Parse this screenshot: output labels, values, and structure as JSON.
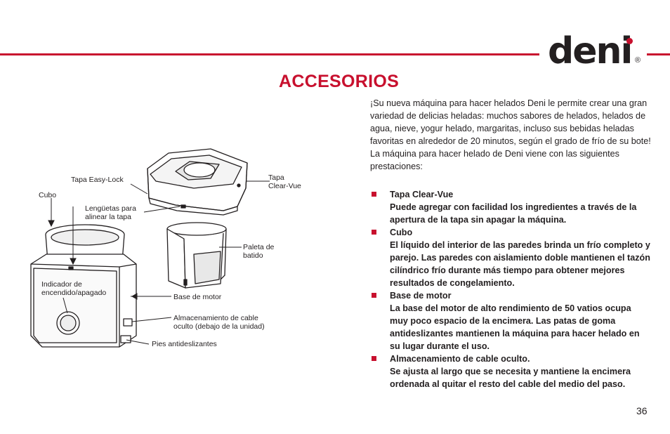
{
  "header": {
    "brand": "deni",
    "registered_mark": "®",
    "accent_color": "#c8102e"
  },
  "title": "ACCESORIOS",
  "intro": {
    "paragraph_1": "¡Su nueva máquina para hacer helados Deni le permite crear una gran variedad de delicias heladas: muchos sabores de helados, helados de agua, nieve, yogur helado, margaritas, incluso sus bebidas heladas favoritas en alrededor de 20 minutos, según el grado de frío de su bote!",
    "paragraph_2": "La máquina para hacer helado de Deni viene con las siguientes prestaciones:"
  },
  "features": [
    {
      "title": "Tapa Clear-Vue",
      "description": "Puede agregar con facilidad los ingredientes a través de la apertura de la tapa sin apagar la máquina."
    },
    {
      "title": "Cubo",
      "description": "El líquido del interior de las paredes brinda un frío completo y parejo.  Las paredes con aislamiento doble mantienen el tazón cilíndrico frío durante más tiempo para obtener mejores resultados de congelamiento."
    },
    {
      "title": "Base de motor",
      "description": "La base del motor de alto rendimiento de 50 vatios ocupa muy poco espacio de la encimera.  Las patas de goma antideslizantes mantienen la máquina para hacer helado en su lugar durante el uso."
    },
    {
      "title": "Almacenamiento de cable oculto.",
      "description": "Se ajusta al largo que se necesita y mantiene la encimera ordenada al quitar el resto del cable del medio del paso."
    }
  ],
  "diagram_labels": {
    "tapa_easy_lock": "Tapa Easy-Lock",
    "tapa_clear_vue_1": "Tapa",
    "tapa_clear_vue_2": "Clear-Vue",
    "cubo": "Cubo",
    "lenguetas_1": "Lengüetas para",
    "lenguetas_2": "alinear la tapa",
    "paleta_1": "Paleta de",
    "paleta_2": "batido",
    "indicador_1": "Indicador de",
    "indicador_2": "encendido/apagado",
    "base_motor": "Base de motor",
    "almacenamiento_1": "Almacenamiento de cable",
    "almacenamiento_2": "oculto (debajo de la unidad)",
    "pies": "Pies antideslizantes"
  },
  "page_number": "36"
}
